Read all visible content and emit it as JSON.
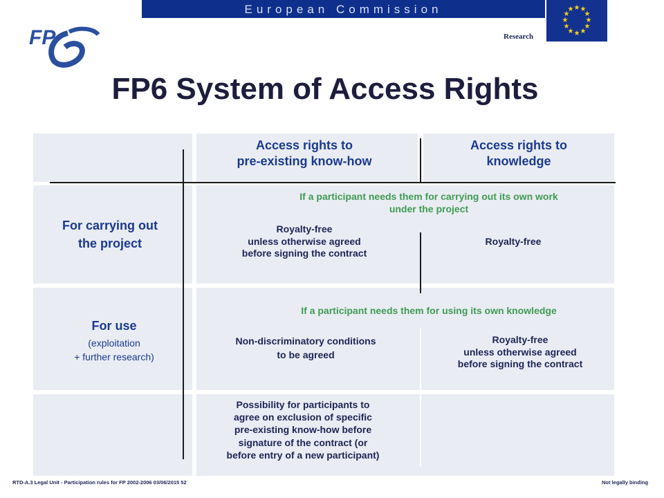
{
  "header": {
    "commission": "European Commission",
    "directorate": "Research",
    "logo_text": "FP"
  },
  "title": "FP6 System of Access Rights",
  "table": {
    "col_headers": [
      "Access rights to\npre-existing know-how",
      "Access rights to\nknowledge"
    ],
    "row_carrying": {
      "label": "For carrying out\nthe project",
      "condition": "If a participant needs them for carrying out its own work\nunder the project",
      "preexisting": "Royalty-free\nunless otherwise agreed\nbefore signing the contract",
      "knowledge": "Royalty-free"
    },
    "row_use": {
      "label_main": "For use",
      "label_sub": "(exploitation\n+ further research)",
      "condition": "If a participant needs them for using its own knowledge",
      "preexisting": "Non-discriminatory conditions\nto be agreed",
      "knowledge": "Royalty-free\nunless otherwise agreed\nbefore signing the contract"
    },
    "exclusion_note": "Possibility for participants to\nagree on exclusion of specific\npre-existing know-how before\nsignature of the contract (or\nbefore entry of a new participant)"
  },
  "footer": {
    "left": "RTD-A.3 Legal Unit - Participation rules for FP 2002-2006   03/06/2015   52",
    "right": "Not legally binding"
  },
  "colors": {
    "ec_bar": "#0e2f8c",
    "cell_bg": "#e9ecf3",
    "header_text": "#1b3a8e",
    "condition_text": "#3f9b53",
    "body_text": "#1d2455"
  }
}
